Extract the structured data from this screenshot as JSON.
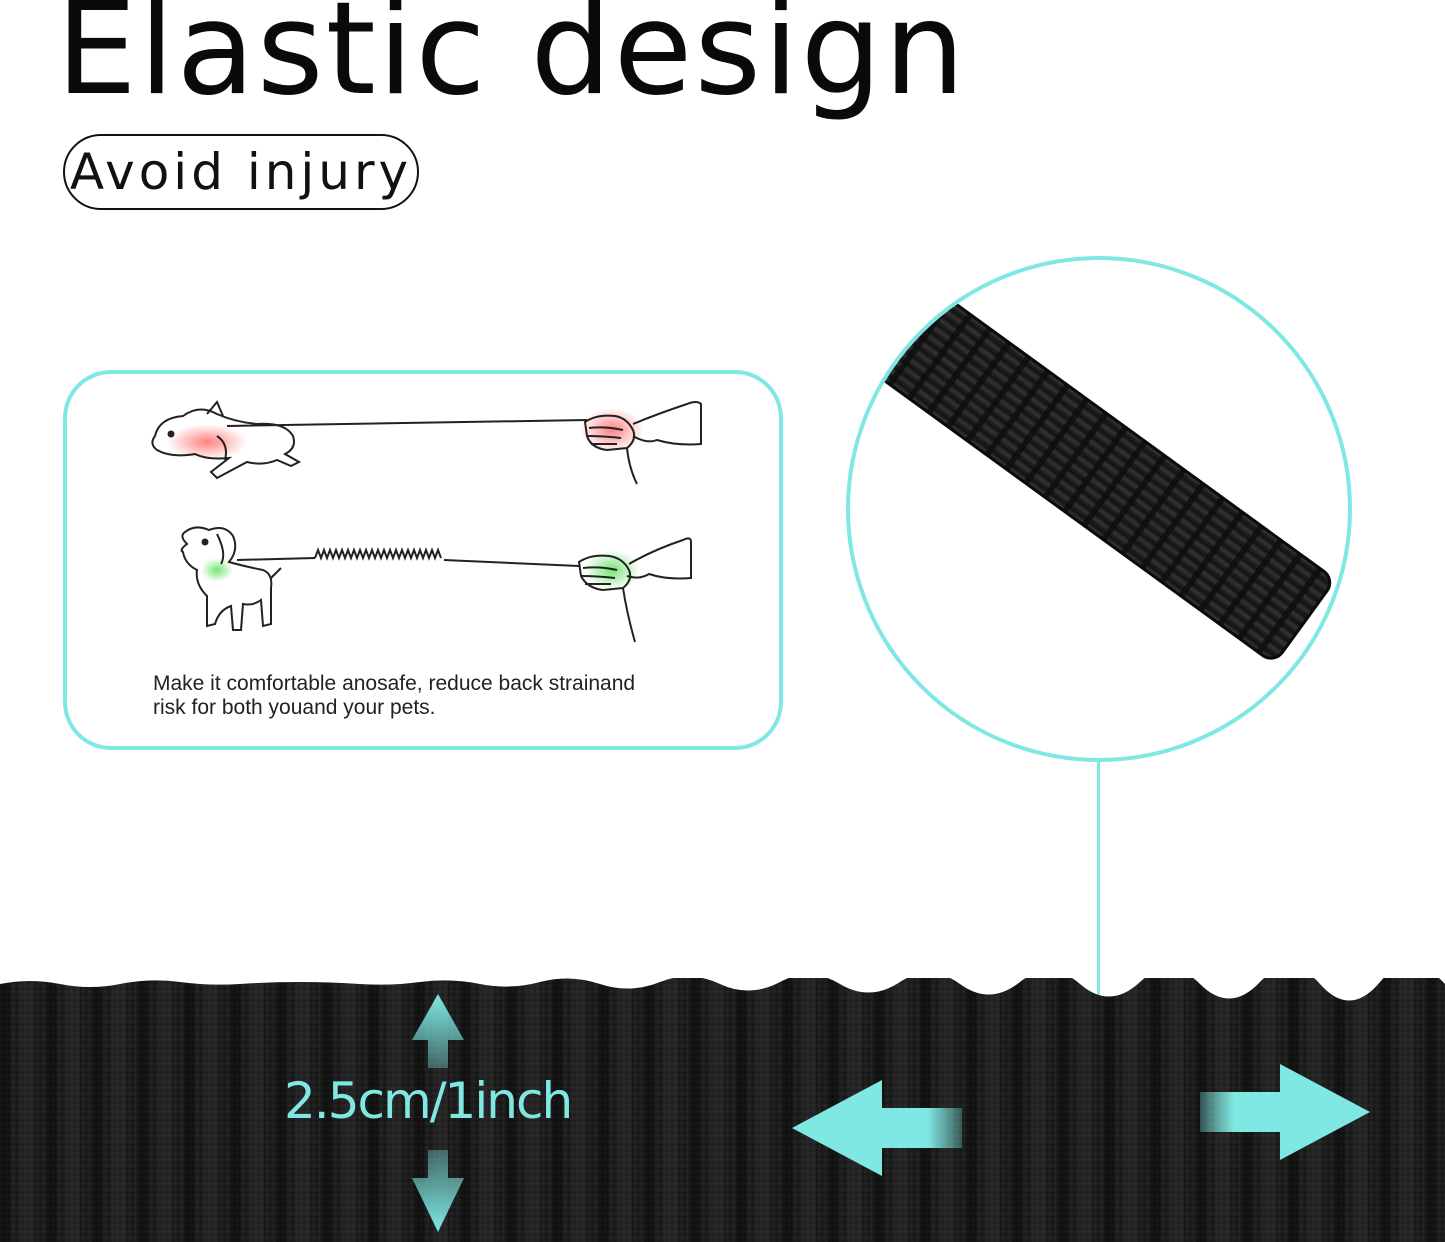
{
  "title": "Elastic design",
  "badge": "Avoid injury",
  "card": {
    "caption_line1": "Make it comfortable anosafe, reduce back strainand",
    "caption_line2": "risk for both youand your pets."
  },
  "size_label": "2.5cm/1inch",
  "colors": {
    "accent": "#7fe8e2",
    "text": "#0a0a0a",
    "strap": "#1a1a1a",
    "strain_red": "#ff6b6b",
    "relief_green": "#5de05d"
  }
}
